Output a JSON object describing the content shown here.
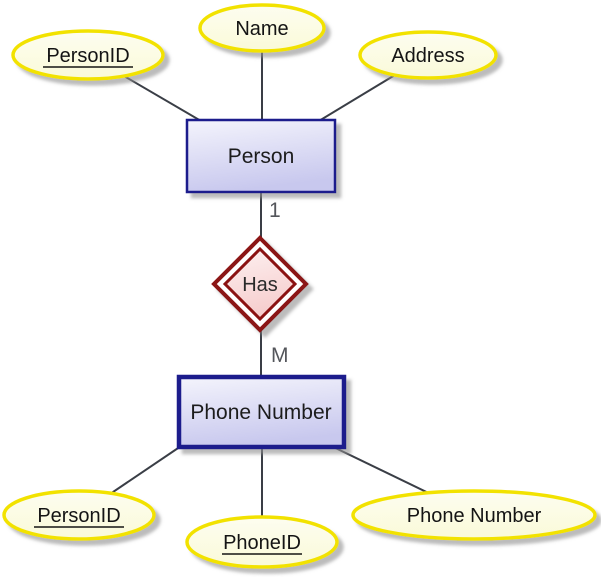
{
  "diagram": {
    "kind": "entity-relationship",
    "entities": {
      "person": {
        "label": "Person"
      },
      "phone_number": {
        "label": "Phone Number"
      }
    },
    "relationship": {
      "label": "Has",
      "identifying": true,
      "cardinality": {
        "person_side": "1",
        "phone_side": "M"
      }
    },
    "attributes": {
      "person": [
        {
          "label": "PersonID",
          "key": true
        },
        {
          "label": "Name",
          "key": false
        },
        {
          "label": "Address",
          "key": false
        }
      ],
      "phone_number": [
        {
          "label": "PersonID",
          "key": true
        },
        {
          "label": "PhoneID",
          "key": true
        },
        {
          "label": "Phone Number",
          "key": false
        }
      ]
    },
    "colors": {
      "background": "#FFFFFF",
      "attribute_fill": "#FCFCE6",
      "attribute_border": "#F2E205",
      "entity_border": "#1A1A8C",
      "entity_fill_top": "#F4F4FC",
      "entity_fill_bottom": "#C8C8EE",
      "relationship_border": "#8B1212",
      "relationship_fill_top": "#FDF1F1",
      "relationship_fill_bottom": "#F6CDCD",
      "connector": "#3A3E46",
      "cardinality_text": "#54565B",
      "shadow": "#9A9A9A"
    }
  }
}
